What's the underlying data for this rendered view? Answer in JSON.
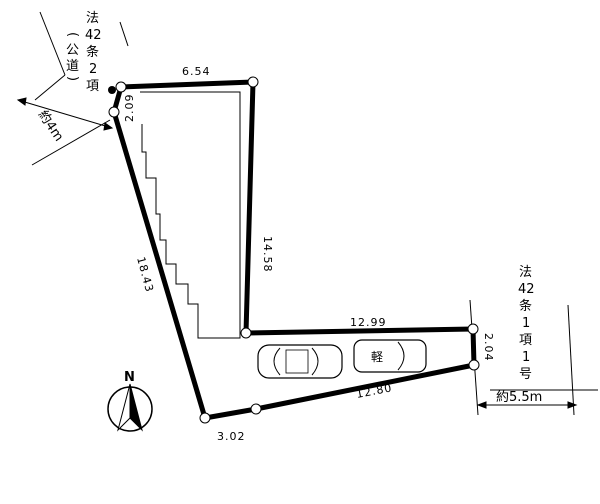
{
  "dimensions": {
    "top": "6.54",
    "left_short": "2.09",
    "inner_vertical": "14.58",
    "left_long": "18.43",
    "inner_horizontal": "12.99",
    "right_short": "2.04",
    "bottom": "12.80",
    "bottom_short": "3.02"
  },
  "roads": {
    "north_road": {
      "article_chars": [
        "法",
        "42",
        "条",
        "2",
        "項"
      ],
      "public_chars": [
        "(",
        "公",
        "道",
        ")"
      ],
      "width": "約4m"
    },
    "east_road": {
      "article_chars": [
        "法",
        "42",
        "条",
        "1",
        "項",
        "1",
        "号"
      ],
      "width": "約5.5m"
    }
  },
  "compass": {
    "label": "N"
  },
  "cars": {
    "light_car_label": "軽"
  }
}
